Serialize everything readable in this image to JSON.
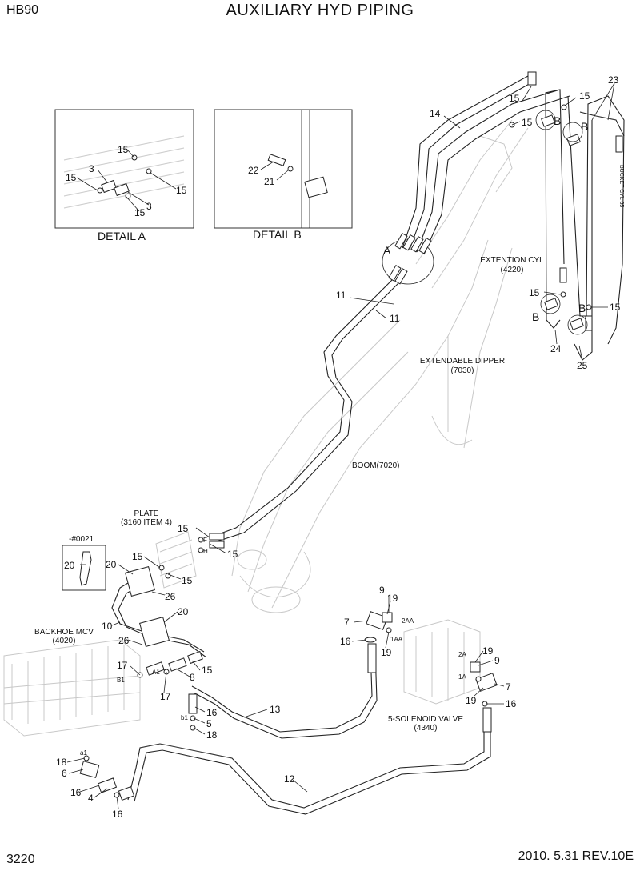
{
  "header": {
    "model": "HB90",
    "title": "AUXILIARY HYD PIPING",
    "page_number": "3220",
    "revision": "2010. 5.31  REV.10E"
  },
  "details": {
    "a_title": "DETAIL A",
    "b_title": "DETAIL B",
    "a_callouts": [
      "15",
      "3",
      "15",
      "15",
      "15",
      "3"
    ],
    "b_callouts": [
      "22",
      "21"
    ]
  },
  "labels": {
    "extention_cyl": "EXTENTION CYL",
    "extention_cyl_ref": "(4220)",
    "extendable_dipper": "EXTENDABLE DIPPER",
    "extendable_dipper_ref": "(7030)",
    "boom": "BOOM(7020)",
    "plate": "PLATE",
    "plate_ref": "(3160 ITEM 4)",
    "backhoe_mcv": "BACKHOE MCV",
    "backhoe_mcv_ref": "(4020)",
    "solenoid_valve": "5-SOLENOID VALVE",
    "solenoid_valve_ref": "(4340)",
    "serial_note": "-#0021",
    "bucket_cyl": "BUCKET CYL 35"
  },
  "port_marks": {
    "f": "F",
    "h": "H",
    "b1": "B1",
    "a1": "A1",
    "b1_lower": "b1",
    "a1_lower": "a1",
    "p2aa": "2AA",
    "p1aa": "1AA",
    "p2a": "2A",
    "p1a": "1A"
  },
  "view_marks": {
    "a": "A",
    "b1": "B",
    "b2": "B",
    "b3": "B",
    "b4": "B"
  },
  "callouts": {
    "c23": "23",
    "c15_top": "15",
    "c15_top2": "15",
    "c14": "14",
    "c15_mid": "15",
    "c11a": "11",
    "c11b": "11",
    "c15_cyl": "15",
    "c24": "24",
    "c15_right": "15",
    "c25": "25",
    "c15_plate1": "15",
    "c15_plate2": "15",
    "c15_plate3": "15",
    "c15_plate4": "15",
    "c20_note": "20",
    "c20_a": "20",
    "c26_a": "26",
    "c10": "10",
    "c20_b": "20",
    "c26_b": "26",
    "c17_a": "17",
    "c8": "8",
    "c15_mcv": "15",
    "c17_b": "17",
    "c16_a": "16",
    "c5": "5",
    "c18_a": "18",
    "c13": "13",
    "c9_a": "9",
    "c19_a": "19",
    "c7_a": "7",
    "c16_b": "16",
    "c19_b": "19",
    "c19_c": "19",
    "c9_b": "9",
    "c7_b": "7",
    "c19_d": "19",
    "c16_c": "16",
    "c18_b": "18",
    "c6": "6",
    "c16_d": "16",
    "c4": "4",
    "c16_e": "16",
    "c12": "12"
  }
}
